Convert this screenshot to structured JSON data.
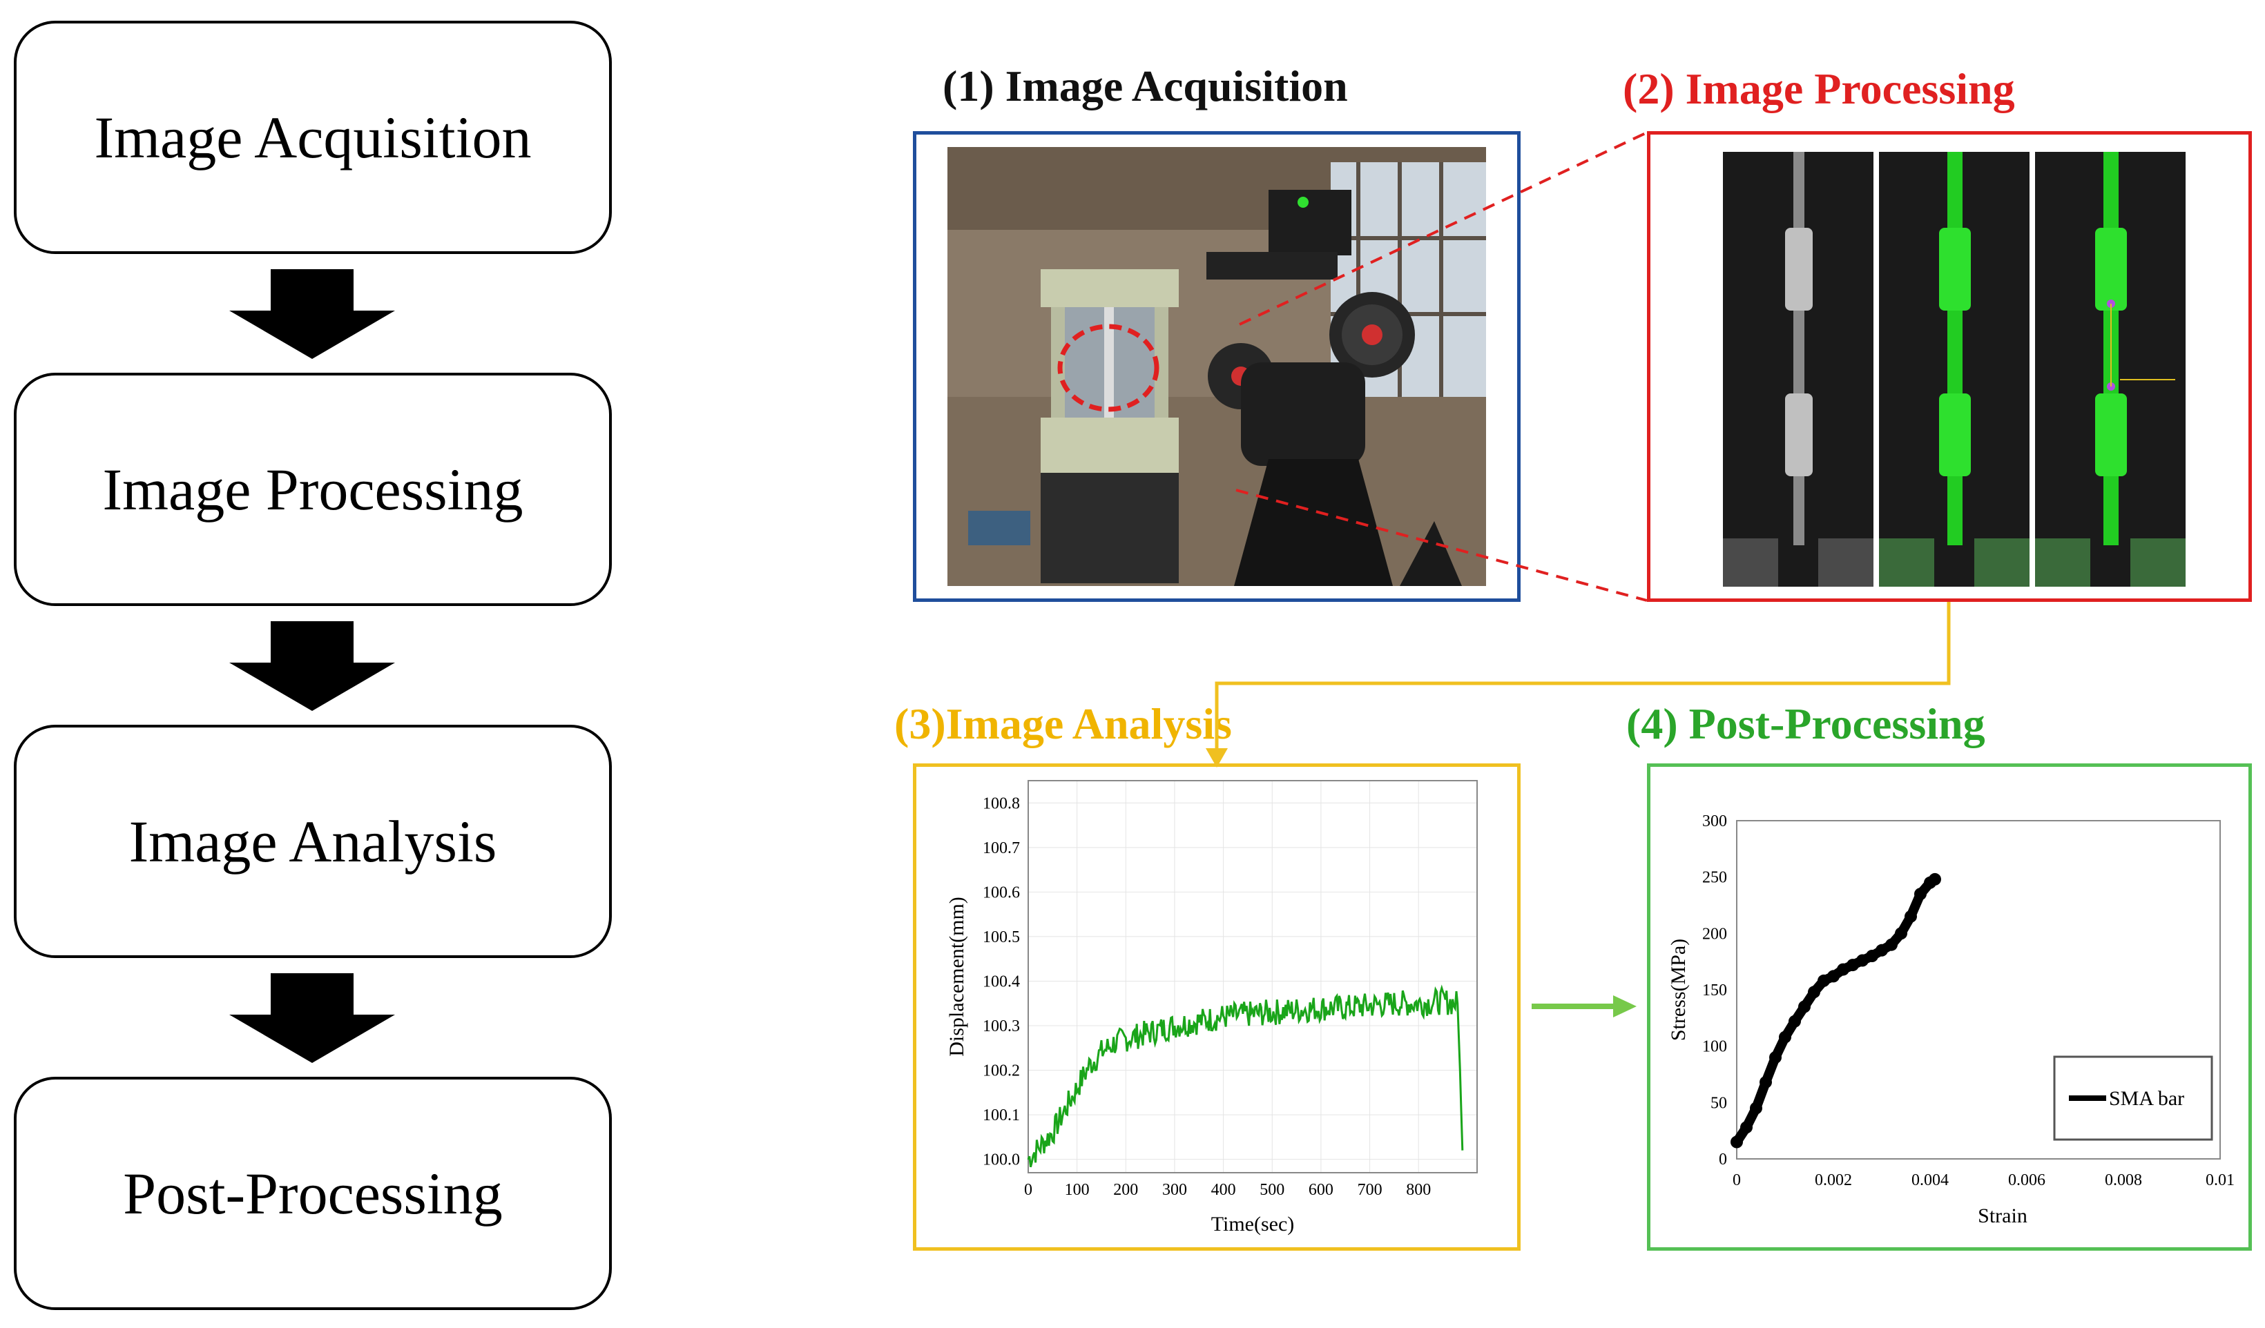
{
  "flow": {
    "steps": [
      "Image Acquisition",
      "Image Processing",
      "Image Analysis",
      "Post-Processing"
    ]
  },
  "sections": {
    "acquisition": "(1) Image Acquisition",
    "processing": "(2) Image Processing",
    "analysis": "(3)Image Analysis",
    "post": "(4) Post-Processing"
  },
  "colors": {
    "acquisition": "#1f4e9c",
    "processing": "#e02020",
    "analysis": "#f0b400",
    "post": "#2aa52a"
  },
  "chart_data": [
    {
      "type": "line",
      "xlabel": "Time(sec)",
      "ylabel": "Displacement(mm)",
      "xticks": [
        "0",
        "100",
        "200",
        "300",
        "400",
        "500",
        "600",
        "700",
        "800"
      ],
      "yticks": [
        "100.0",
        "100.1",
        "100.2",
        "100.3",
        "100.4",
        "100.5",
        "100.6",
        "100.7",
        "100.8"
      ],
      "xlim": [
        0,
        920
      ],
      "ylim": [
        99.97,
        100.85
      ],
      "grid": true,
      "color": "#1aa51a",
      "x": [
        0,
        25,
        50,
        75,
        100,
        125,
        150,
        175,
        200,
        250,
        300,
        350,
        400,
        450,
        500,
        550,
        600,
        650,
        700,
        750,
        800,
        850,
        880,
        885,
        890
      ],
      "y": [
        100.0,
        100.03,
        100.06,
        100.11,
        100.16,
        100.21,
        100.24,
        100.26,
        100.27,
        100.285,
        100.3,
        100.31,
        100.32,
        100.325,
        100.33,
        100.335,
        100.34,
        100.34,
        100.345,
        100.35,
        100.35,
        100.355,
        100.35,
        100.2,
        100.02
      ]
    },
    {
      "type": "scatter",
      "xlabel": "Strain",
      "ylabel": "Stress(MPa)",
      "xticks": [
        "0",
        "0.002",
        "0.004",
        "0.006",
        "0.008",
        "0.01"
      ],
      "yticks": [
        "0",
        "50",
        "100",
        "150",
        "200",
        "250",
        "300"
      ],
      "xlim": [
        0,
        0.01
      ],
      "ylim": [
        0,
        300
      ],
      "legend": "SMA bar",
      "legend_position": "bottom-right",
      "color": "#000000",
      "x": [
        0,
        0.0002,
        0.0004,
        0.0006,
        0.0008,
        0.001,
        0.0012,
        0.0014,
        0.0016,
        0.0018,
        0.002,
        0.0022,
        0.0024,
        0.0026,
        0.0028,
        0.003,
        0.0032,
        0.0034,
        0.0036,
        0.0038,
        0.004,
        0.0041
      ],
      "y": [
        15,
        28,
        45,
        68,
        90,
        108,
        122,
        135,
        148,
        158,
        162,
        168,
        172,
        176,
        180,
        185,
        190,
        200,
        215,
        235,
        245,
        248
      ]
    }
  ]
}
